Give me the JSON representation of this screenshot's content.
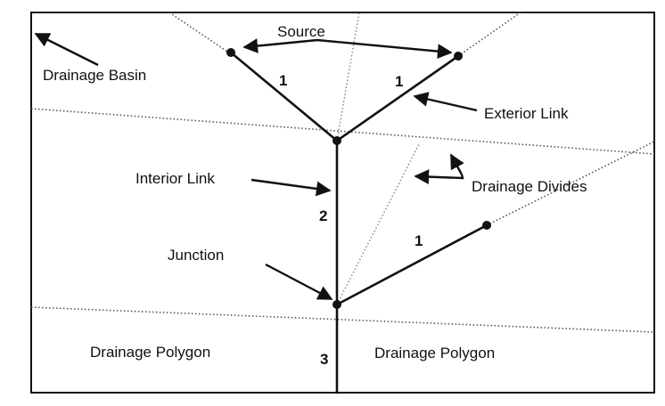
{
  "labels": {
    "source": "Source",
    "drainage_basin": "Drainage Basin",
    "exterior_link": "Exterior Link",
    "interior_link": "Interior Link",
    "drainage_divides": "Drainage Divides",
    "junction": "Junction",
    "drainage_polygon_left": "Drainage Polygon",
    "drainage_polygon_right": "Drainage Polygon"
  },
  "stream_orders": {
    "upper_left": "1",
    "upper_right": "1",
    "lower_right": "1",
    "interior": "2",
    "outlet": "3"
  }
}
